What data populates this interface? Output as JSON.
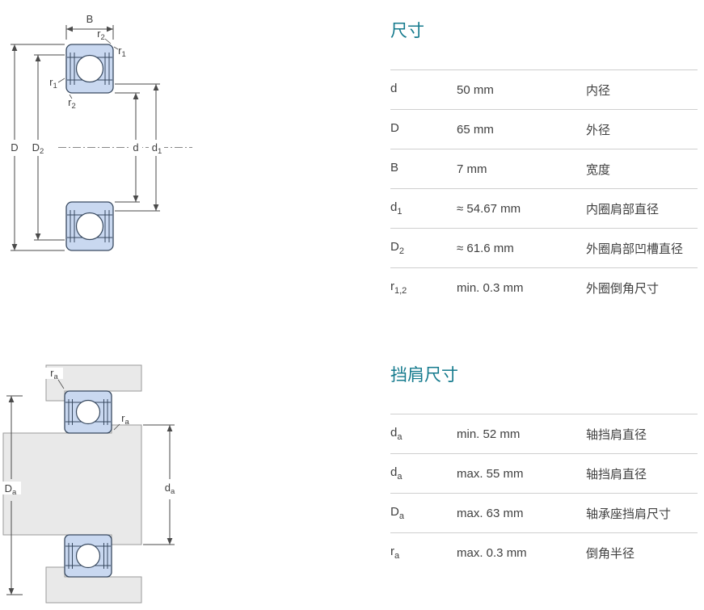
{
  "theme": {
    "accent": "#147a8d",
    "text": "#404040",
    "line": "#cfcfcf",
    "bearing-fill": "#c9d8f0",
    "bearing-stroke": "#38495f",
    "steel-fill": "#e9e9e9",
    "steel-stroke": "#9a9a9a",
    "dim": "#4a4a4a"
  },
  "drawing_top": {
    "labels": {
      "B": "B",
      "r2_outer": {
        "main": "r",
        "sub": "2"
      },
      "r1_outer": {
        "main": "r",
        "sub": "1"
      },
      "r1_inner": {
        "main": "r",
        "sub": "1"
      },
      "r2_inner": {
        "main": "r",
        "sub": "2"
      },
      "D": "D",
      "D2": {
        "main": "D",
        "sub": "2"
      },
      "d": "d",
      "d1": {
        "main": "d",
        "sub": "1"
      }
    }
  },
  "drawing_bottom": {
    "labels": {
      "ra_housing": {
        "main": "r",
        "sub": "a"
      },
      "ra_shaft": {
        "main": "r",
        "sub": "a"
      },
      "Da": {
        "main": "D",
        "sub": "a"
      },
      "da": {
        "main": "d",
        "sub": "a"
      }
    }
  },
  "dimensions": {
    "title": "尺寸",
    "rows": [
      {
        "sym": "d",
        "sub": "",
        "value": "50 mm",
        "desc": "内径"
      },
      {
        "sym": "D",
        "sub": "",
        "value": "65 mm",
        "desc": "外径"
      },
      {
        "sym": "B",
        "sub": "",
        "value": "7 mm",
        "desc": "宽度"
      },
      {
        "sym": "d",
        "sub": "1",
        "value": "≈ 54.67 mm",
        "desc": "内圈肩部直径"
      },
      {
        "sym": "D",
        "sub": "2",
        "value": "≈ 61.6 mm",
        "desc": "外圈肩部凹槽直径"
      },
      {
        "sym": "r",
        "sub": "1,2",
        "value": "min. 0.3 mm",
        "desc": "外圈倒角尺寸"
      }
    ]
  },
  "abutment": {
    "title": "挡肩尺寸",
    "rows": [
      {
        "sym": "d",
        "sub": "a",
        "value": "min. 52 mm",
        "desc": "轴挡肩直径"
      },
      {
        "sym": "d",
        "sub": "a",
        "value": "max. 55 mm",
        "desc": "轴挡肩直径"
      },
      {
        "sym": "D",
        "sub": "a",
        "value": "max. 63 mm",
        "desc": "轴承座挡肩尺寸"
      },
      {
        "sym": "r",
        "sub": "a",
        "value": "max. 0.3 mm",
        "desc": "倒角半径"
      }
    ]
  }
}
